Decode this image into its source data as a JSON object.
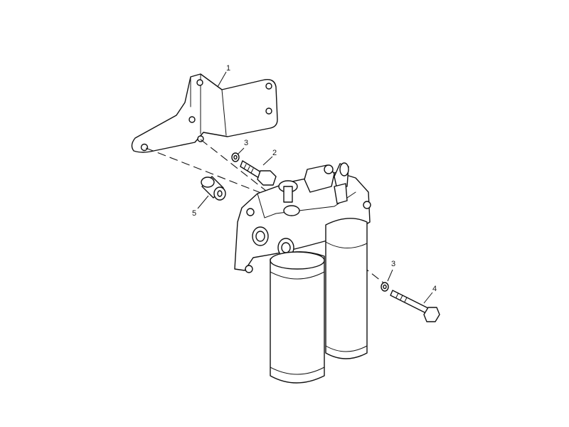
{
  "callouts": {
    "bracket": "1",
    "bolt_short": "2",
    "washer_upper": "3",
    "washer_lower": "3",
    "bolt_long": "4",
    "spacer": "5"
  }
}
